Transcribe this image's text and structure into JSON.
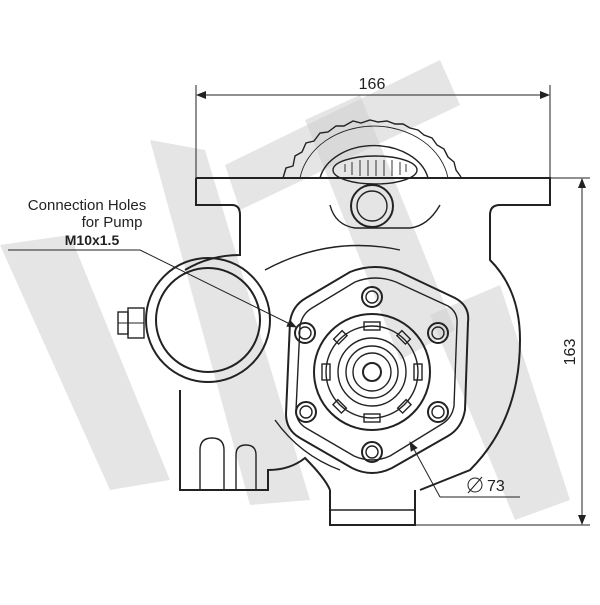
{
  "drawing": {
    "dimensions": {
      "width_label": "166",
      "height_label": "163",
      "diameter_label": "73"
    },
    "callout": {
      "line1": "Connection Holes",
      "line2": "for Pump",
      "thread": "M10x1.5"
    },
    "colors": {
      "line": "#222222",
      "watermark": "#cfcfcf"
    }
  }
}
